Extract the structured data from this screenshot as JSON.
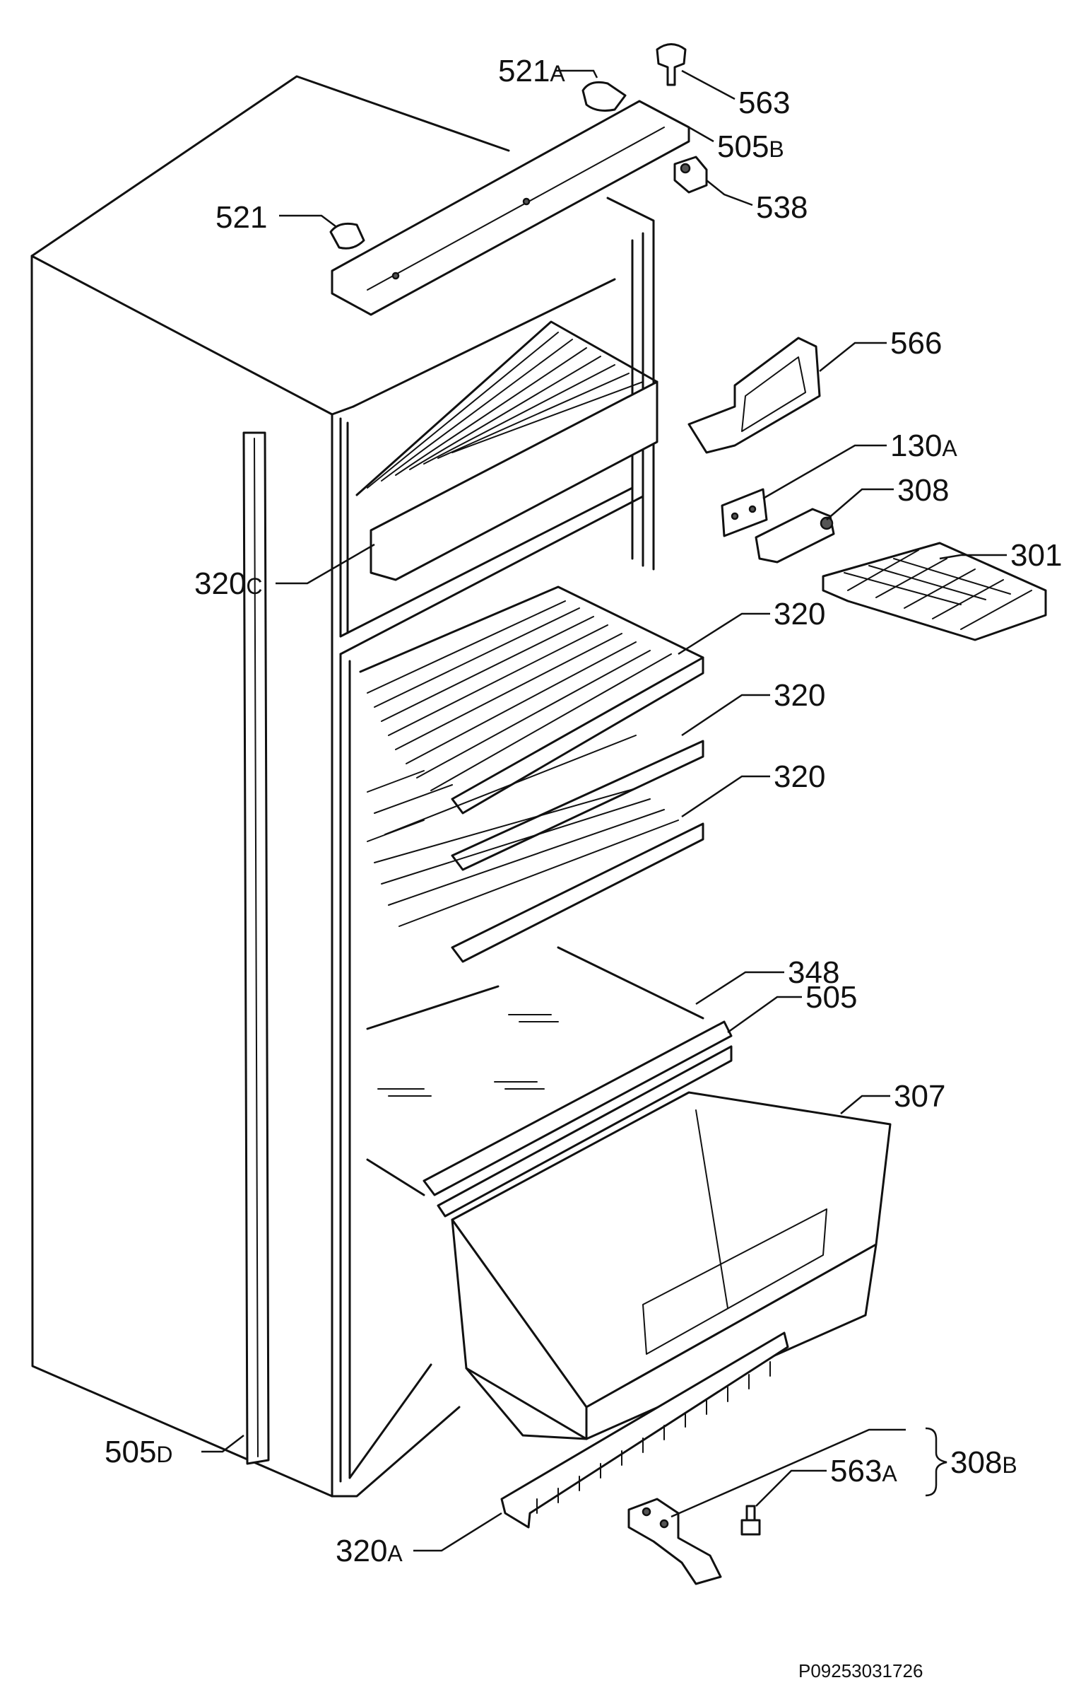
{
  "labels": {
    "l521a": "521",
    "l521a_s": "A",
    "l563": "563",
    "l505b": "505",
    "l505b_s": "B",
    "l521": "521",
    "l538": "538",
    "l566": "566",
    "l130a": "130",
    "l130a_s": "A",
    "l308": "308",
    "l301": "301",
    "l320c": "320",
    "l320c_s": "C",
    "l320_1": "320",
    "l320_2": "320",
    "l320_3": "320",
    "l348": "348",
    "l505": "505",
    "l307": "307",
    "l505d": "505",
    "l505d_s": "D",
    "l563a": "563",
    "l563a_s": "A",
    "l308b": "308",
    "l308b_s": "B",
    "l320a": "320",
    "l320a_s": "A"
  },
  "doc_number": "P09253031726",
  "line_color": "#111111"
}
